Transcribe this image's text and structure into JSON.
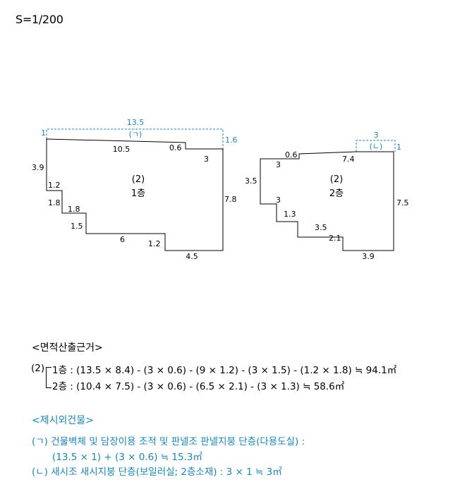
{
  "scale_label": "S=1/200",
  "colors": {
    "outline": "#000000",
    "excluded": "#1a86b8"
  },
  "floor1": {
    "title": "(2)",
    "name": "1층",
    "dims": {
      "top": "10.5",
      "left": "3.9",
      "top_step": "0.6",
      "top_step_right": "3",
      "right": "7.8",
      "step1": "1.2",
      "step2": "1.8",
      "step3": "1.8",
      "step4": "1.5",
      "bottom_mid": "6",
      "bottom_step": "1.2",
      "bottom": "4.5"
    },
    "excluded": {
      "label": "(ㄱ)",
      "width": "13.5",
      "left": "1",
      "right": "1.6"
    }
  },
  "floor2": {
    "title": "(2)",
    "name": "2층",
    "dims": {
      "top_left": "0.6",
      "top": "7.4",
      "left_inner": "3",
      "left": "3.5",
      "right": "7.5",
      "mid": "3",
      "step1": "1.3",
      "step2": "3.5",
      "step3": "2.1",
      "bottom": "3.9"
    },
    "excluded": {
      "label": "(ㄴ)",
      "width": "3",
      "right": "1"
    }
  },
  "basis": {
    "heading": "<면적산출근거>",
    "prefix": "(2)",
    "line1": "1층 : (13.5 × 8.4) - (3 × 0.6) - (9 × 1.2) - (3 × 1.5) - (1.2 × 1.8) ≒ 94.1㎡",
    "line2": "2층 : (10.4 × 7.5) - (3 × 0.6) - (6.5 × 2.1) - (3 × 1.3) ≒ 58.6㎡"
  },
  "excluded_buildings": {
    "heading": "<제시외건물>",
    "item1_line1": "(ㄱ) 건물벽체 및 담장이용 조적 및 판넬조 판넬지붕 단층(다용도실) :",
    "item1_line2": "(13.5 × 1) + (3 × 0.6) ≒ 15.3㎡",
    "item2": "(ㄴ) 새시조 새시지붕 단층(보일러실; 2층소재) : 3 × 1 ≒ 3㎡"
  }
}
